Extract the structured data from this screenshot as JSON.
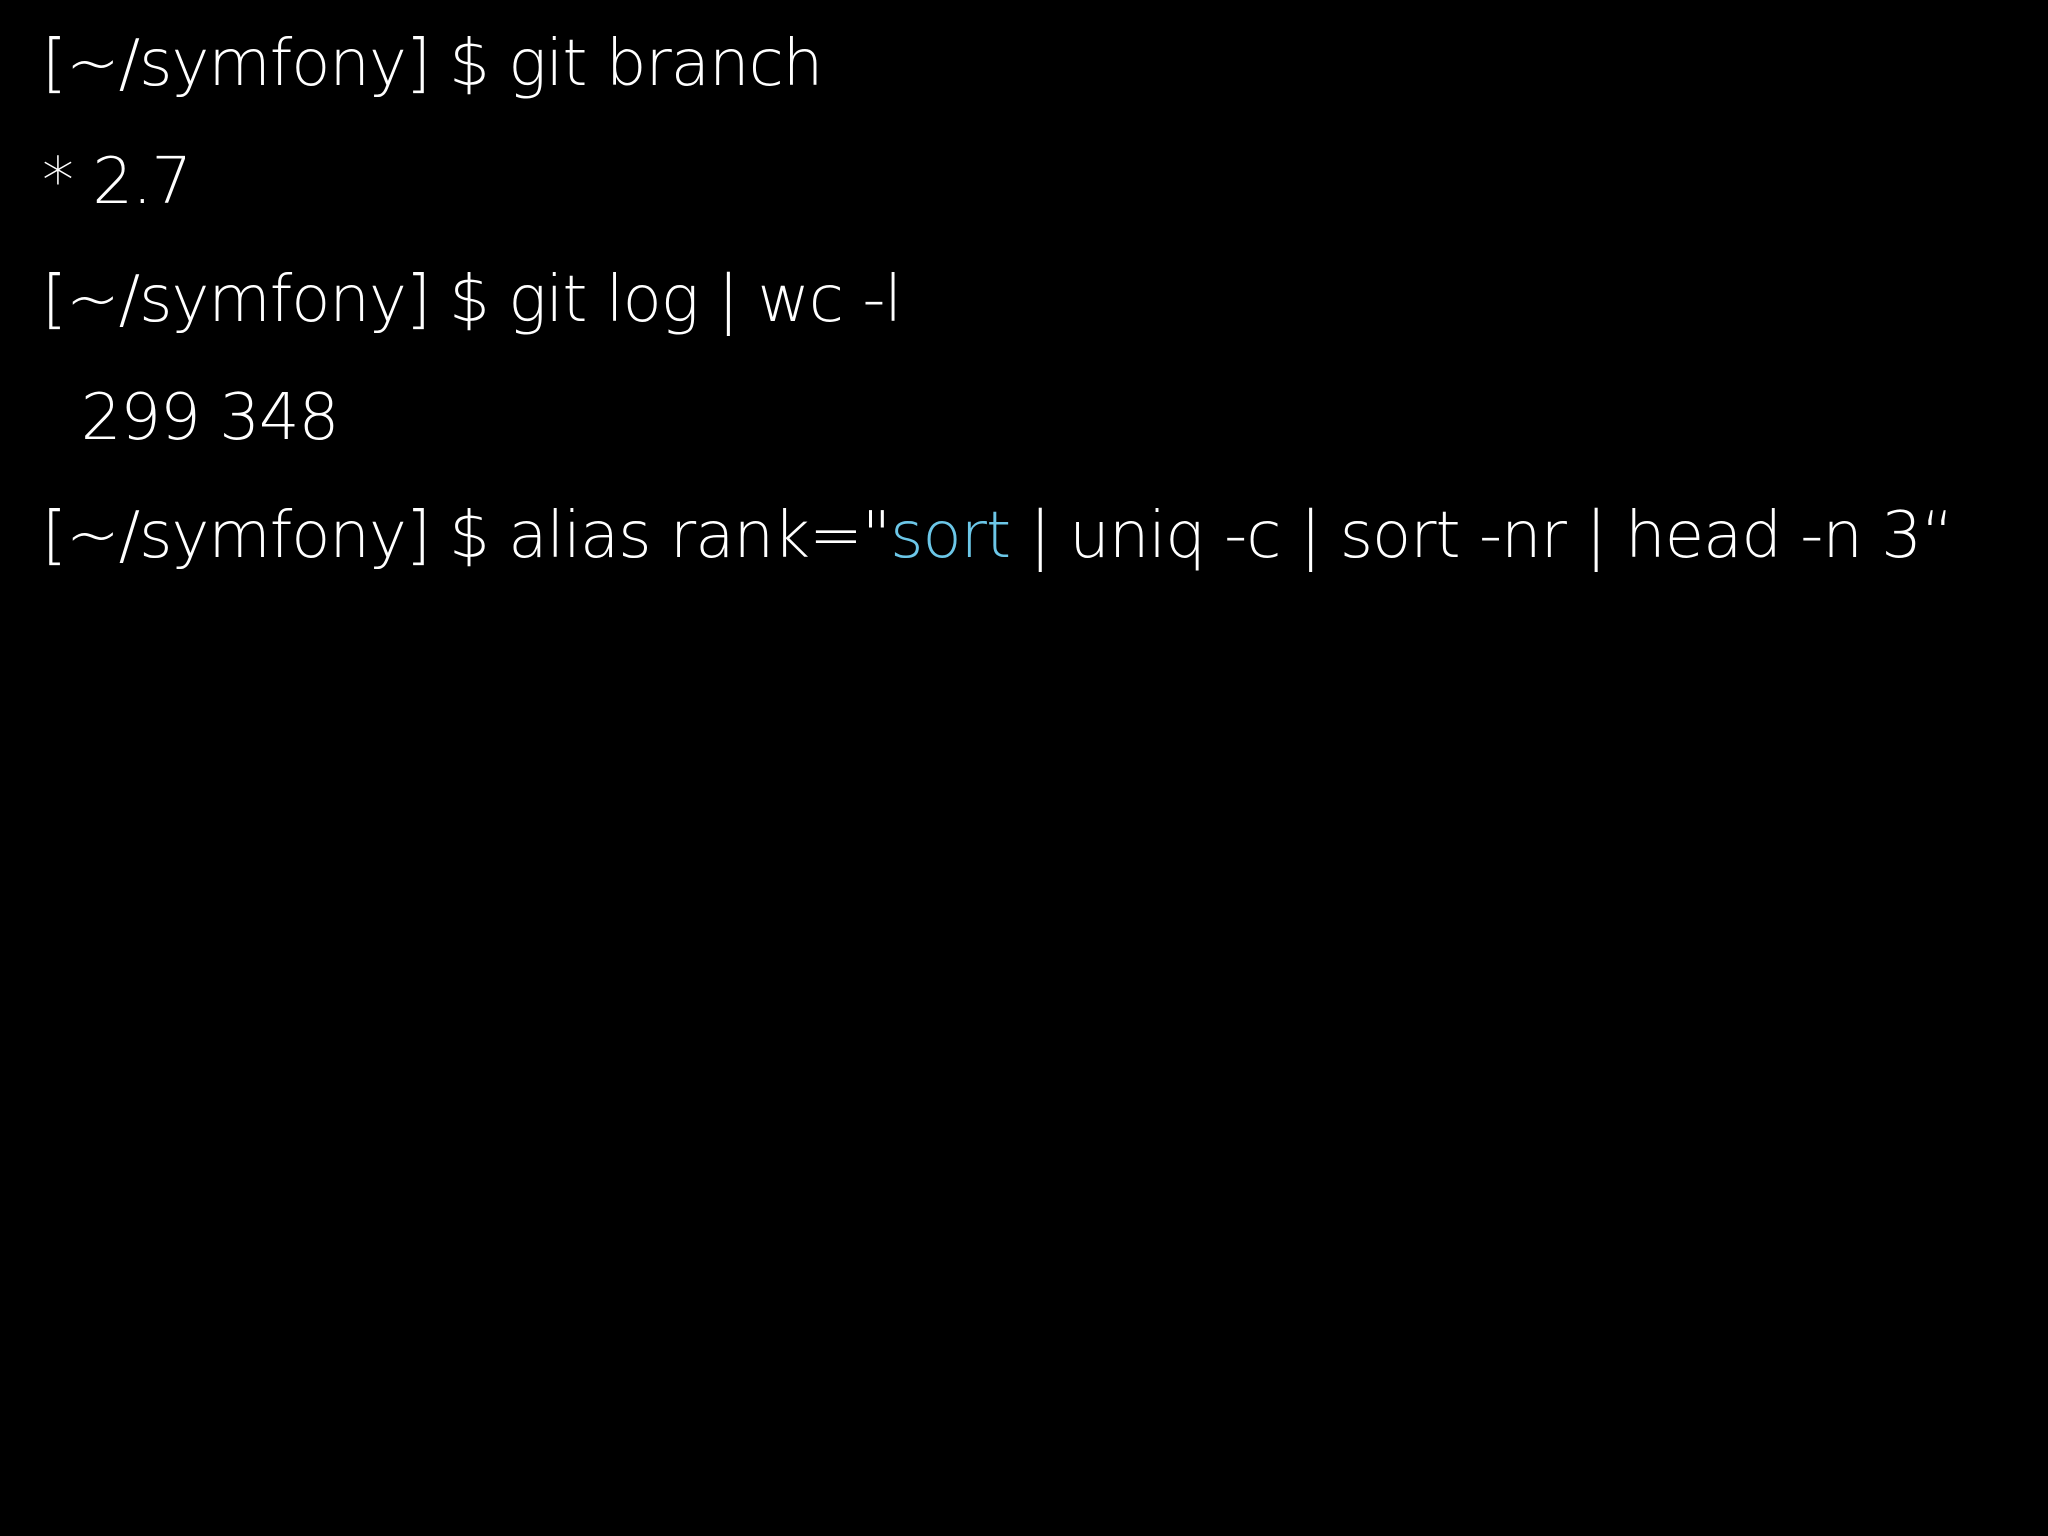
{
  "terminal": {
    "lines": [
      {
        "text": "[~/symfony] $ git branch"
      },
      {
        "text": "* 2.7"
      },
      {
        "text": "[~/symfony] $ git log | wc -l"
      },
      {
        "text": "  299 348"
      },
      {
        "prefix": "[~/symfony] $ alias rank=\"",
        "highlight": "sort",
        "suffix": " | uniq -c | sort -nr | head -n 3“"
      }
    ],
    "colors": {
      "background": "#000000",
      "text": "#ffffff",
      "highlight": "#6cc7e8"
    }
  }
}
